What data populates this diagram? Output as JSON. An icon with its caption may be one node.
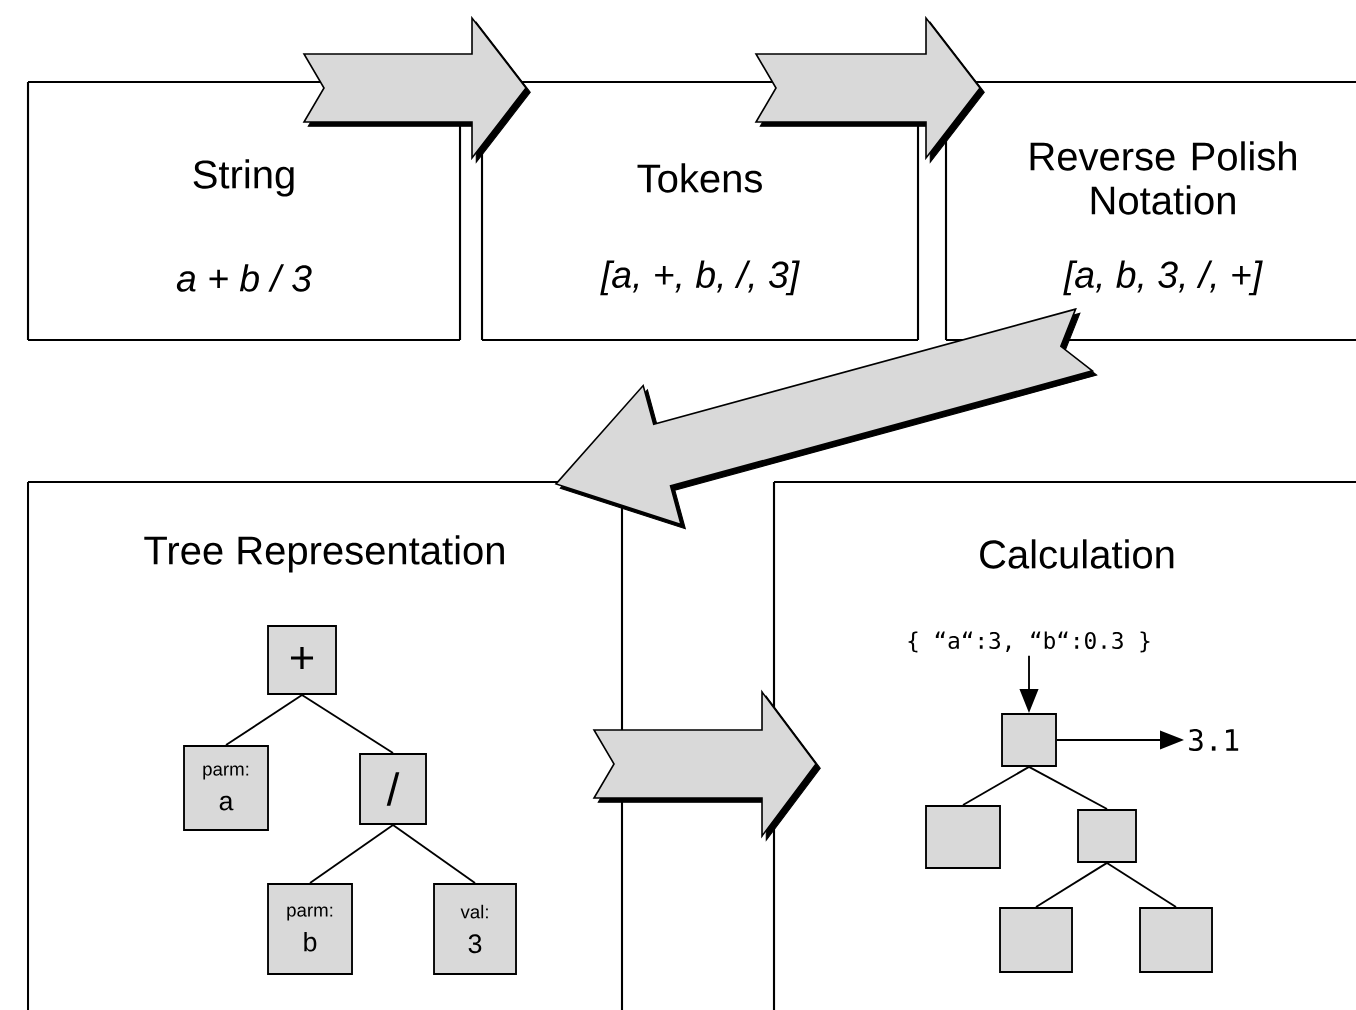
{
  "diagram": {
    "nodes": [
      {
        "text": [
          "String",
          "a + b / 3"
        ]
      },
      {
        "text": [
          "Tokens",
          "[a, +, b, /, 3]"
        ]
      },
      {
        "text": [
          "Reverse Polish Notation",
          "[a, b, 3, /, +]"
        ]
      },
      {
        "text": [
          "Tree Representation"
        ]
      },
      {
        "text": [
          "+"
        ],
        "in": 3
      },
      {
        "text": [
          "parm:",
          "a"
        ],
        "in": 3
      },
      {
        "text": [
          "/"
        ],
        "in": 3
      },
      {
        "text": [
          "parm:",
          "b"
        ],
        "in": 3
      },
      {
        "text": [
          "val:",
          "3"
        ],
        "in": 3
      },
      {
        "text": [
          "Calculation"
        ]
      },
      {
        "text": [
          "{ “a“:3, “b“:0.3 }"
        ],
        "in": 9
      },
      {
        "text": [],
        "shape": "box",
        "in": 9
      },
      {
        "text": [
          "3.1"
        ],
        "in": 9
      },
      {
        "text": [],
        "shape": "box",
        "in": 9
      },
      {
        "text": [],
        "shape": "box",
        "in": 9
      },
      {
        "text": [],
        "shape": "box",
        "in": 9
      },
      {
        "text": [],
        "shape": "box",
        "in": 9
      }
    ],
    "edges": [
      {
        "from": 0,
        "to": 1,
        "arrow": "to",
        "style": "thick"
      },
      {
        "from": 1,
        "to": 2,
        "arrow": "to",
        "style": "thick"
      },
      {
        "from": 2,
        "to": 3,
        "arrow": "to",
        "style": "thick"
      },
      {
        "from": 3,
        "to": 9,
        "arrow": "to",
        "style": "thick"
      },
      {
        "from": 4,
        "to": 5,
        "arrow": "none"
      },
      {
        "from": 4,
        "to": 6,
        "arrow": "none"
      },
      {
        "from": 6,
        "to": 7,
        "arrow": "none"
      },
      {
        "from": 6,
        "to": 8,
        "arrow": "none"
      },
      {
        "from": 10,
        "to": 11,
        "arrow": "to"
      },
      {
        "from": 11,
        "to": 12,
        "arrow": "to"
      },
      {
        "from": 11,
        "to": 13,
        "arrow": "none"
      },
      {
        "from": 11,
        "to": 14,
        "arrow": "none"
      },
      {
        "from": 14,
        "to": 15,
        "arrow": "none"
      },
      {
        "from": 14,
        "to": 16,
        "arrow": "none"
      }
    ]
  }
}
